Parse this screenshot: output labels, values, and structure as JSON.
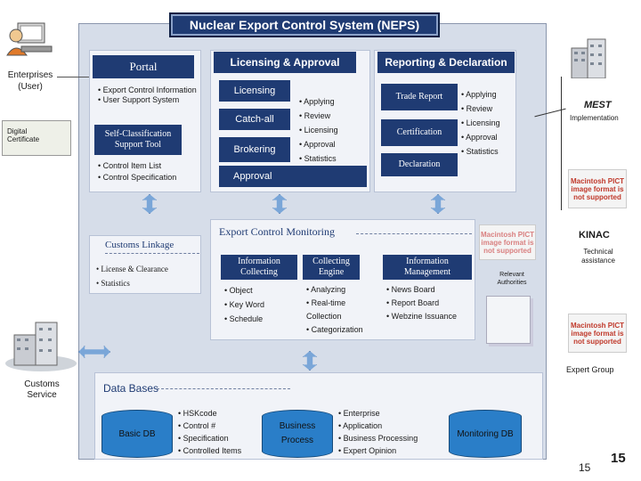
{
  "title": "Nuclear Export Control System (NEPS)",
  "enterprises_label": "Enterprises\n(User)",
  "digital_certificate": "Digital\nCertificate",
  "portal": {
    "header": "Portal",
    "items_top": [
      "Export Control Information",
      "User Support System"
    ],
    "self_classification": "Self-Classification Support Tool",
    "items_bottom": [
      "Control Item List",
      "Control Specification"
    ]
  },
  "licensing_approval": {
    "header": "Licensing & Approval",
    "boxes": [
      "Licensing",
      "Catch-all",
      "Brokering"
    ],
    "approval": "Approval",
    "items": [
      "Applying",
      "Review",
      "Licensing",
      "Approval",
      "Statistics"
    ]
  },
  "reporting": {
    "header": "Reporting & Declaration",
    "boxes": [
      "Trade Report",
      "Certification",
      "Declaration"
    ],
    "items": [
      "Applying",
      "Review",
      "Licensing",
      "Approval",
      "Statistics"
    ]
  },
  "mest": {
    "name": "MEST",
    "caption": "Implementation"
  },
  "pict_notice": "Macintosh PICT image format is not supported",
  "kinac": {
    "name": "KINAC",
    "caption": "Technical assistance"
  },
  "relevant_authorities": "Relevant Authorities",
  "expert_group": "Expert Group",
  "customs_linkage": {
    "header": "Customs Linkage",
    "items": [
      "License & Clearance",
      "Statistics"
    ]
  },
  "monitoring": {
    "header": "Export Control Monitoring",
    "columns": [
      {
        "title": "Information Collecting",
        "items": [
          "Object",
          "Key Word",
          "Schedule"
        ]
      },
      {
        "title": "Collecting Engine",
        "items": [
          "Analyzing",
          "Real-time Collection",
          "Categorization"
        ]
      },
      {
        "title": "Information Management",
        "items": [
          "News Board",
          "Report Board",
          "Webzine Issuance"
        ]
      }
    ]
  },
  "customs_service": "Customs\nService",
  "databases": {
    "header": "Data Bases",
    "basic_db": "Basic DB",
    "basic_items": [
      "HSKcode",
      "Control #",
      "Specification",
      "Controlled Items"
    ],
    "business": "Business\nProcess",
    "business_items": [
      "Enterprise",
      "Application",
      "Business Processing",
      "Expert Opinion"
    ],
    "monitoring_db": "Monitoring DB"
  },
  "page_number": "15",
  "page_number_large": "15"
}
